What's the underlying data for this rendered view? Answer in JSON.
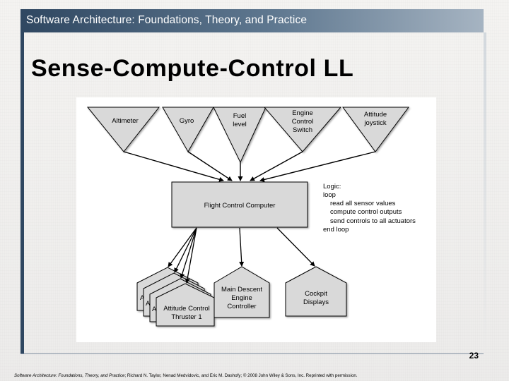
{
  "header": {
    "title": "Software Architecture: Foundations, Theory, and Practice"
  },
  "slide": {
    "title": "Sense-Compute-Control LL",
    "page_number": "23"
  },
  "diagram": {
    "sensors": [
      {
        "lines": [
          "Altimeter"
        ]
      },
      {
        "lines": [
          "Gyro"
        ]
      },
      {
        "lines": [
          "Fuel",
          "level"
        ]
      },
      {
        "lines": [
          "Engine",
          "Control",
          "Switch"
        ]
      },
      {
        "lines": [
          "Attitude",
          "joystick"
        ]
      }
    ],
    "computer": {
      "label": "Flight Control Computer"
    },
    "logic": [
      "Logic:",
      "loop",
      "read all sensor values",
      "compute control outputs",
      "send controls to all actuators",
      "end loop"
    ],
    "actuators": {
      "stack_letters": [
        "A",
        "A",
        "A"
      ],
      "thruster": [
        "Attitude Control",
        "Thruster 1"
      ],
      "engine": [
        "Main Descent",
        "Engine",
        "Controller"
      ],
      "displays": [
        "Cockpit",
        "Displays"
      ]
    }
  },
  "footer": {
    "citation_italic": "Software Architecture: Foundations, Theory, and Practice",
    "citation_rest": "; Richard N. Taylor, Nenad Medvidovic, and Eric M. Dashofy; © 2008 John Wiley & Sons, Inc. Reprinted with permission."
  },
  "colors": {
    "header_band": "#2f4761",
    "shape_fill": "#d9d9d9",
    "stroke": "#000000"
  }
}
